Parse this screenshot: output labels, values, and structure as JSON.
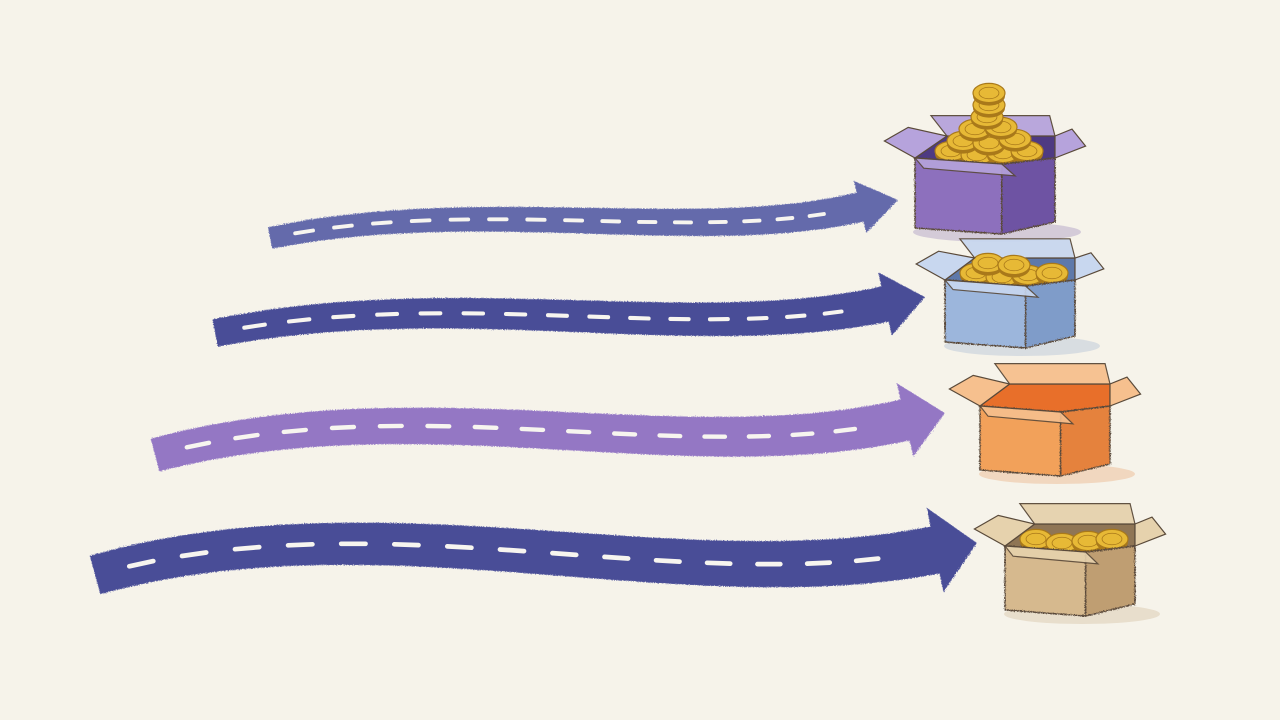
{
  "palette": {
    "background": "#f6f3ea",
    "road_dash": "#f7f5ef",
    "coin_fill": "#e7b936",
    "coin_edge": "#a9791a",
    "box_outline": "#5a4a3a"
  },
  "routes": [
    {
      "road_color": "#5d63a8",
      "box": {
        "front_color": "#8d6fbd",
        "side_color": "#6e52a3",
        "inside_color": "#4e3a82",
        "flap_color": "#b6a3dc",
        "coin_level": "heaped",
        "coin_count": 12
      }
    },
    {
      "road_color": "#3f4593",
      "box": {
        "front_color": "#9cb6dc",
        "side_color": "#7f9cc9",
        "inside_color": "#5e79aa",
        "flap_color": "#c8d7ef",
        "coin_level": "medium",
        "coin_count": 6
      }
    },
    {
      "road_color": "#8f71c2",
      "box": {
        "front_color": "#f2a15a",
        "side_color": "#e5823e",
        "inside_color": "#e86f2a",
        "flap_color": "#f6c08e",
        "coin_level": "empty",
        "coin_count": 0
      }
    },
    {
      "road_color": "#3f4593",
      "box": {
        "front_color": "#d6b98e",
        "side_color": "#bf9e72",
        "inside_color": "#8f7555",
        "flap_color": "#e6d2ad",
        "coin_level": "few",
        "coin_count": 4
      }
    }
  ]
}
